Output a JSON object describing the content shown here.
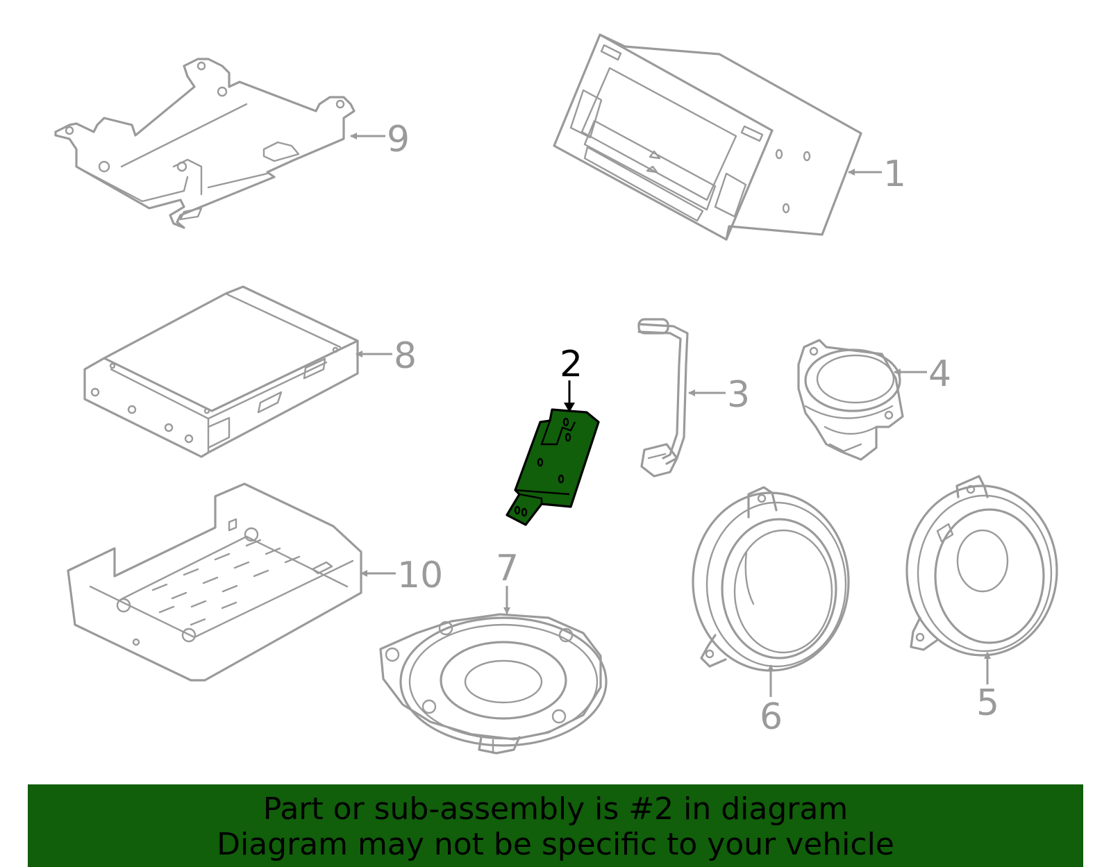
{
  "diagram": {
    "highlighted_part": "2",
    "highlight_color": "#115e0b",
    "line_color": "#9a9a9a",
    "callouts": [
      {
        "id": "1",
        "label": "1"
      },
      {
        "id": "2",
        "label": "2"
      },
      {
        "id": "3",
        "label": "3"
      },
      {
        "id": "4",
        "label": "4"
      },
      {
        "id": "5",
        "label": "5"
      },
      {
        "id": "6",
        "label": "6"
      },
      {
        "id": "7",
        "label": "7"
      },
      {
        "id": "8",
        "label": "8"
      },
      {
        "id": "9",
        "label": "9"
      },
      {
        "id": "10",
        "label": "10"
      }
    ]
  },
  "banner": {
    "line1": "Part or sub-assembly is #2 in diagram",
    "line2": "Diagram may not be specific to your vehicle",
    "background": "#115e0b",
    "text_color": "#000000"
  }
}
